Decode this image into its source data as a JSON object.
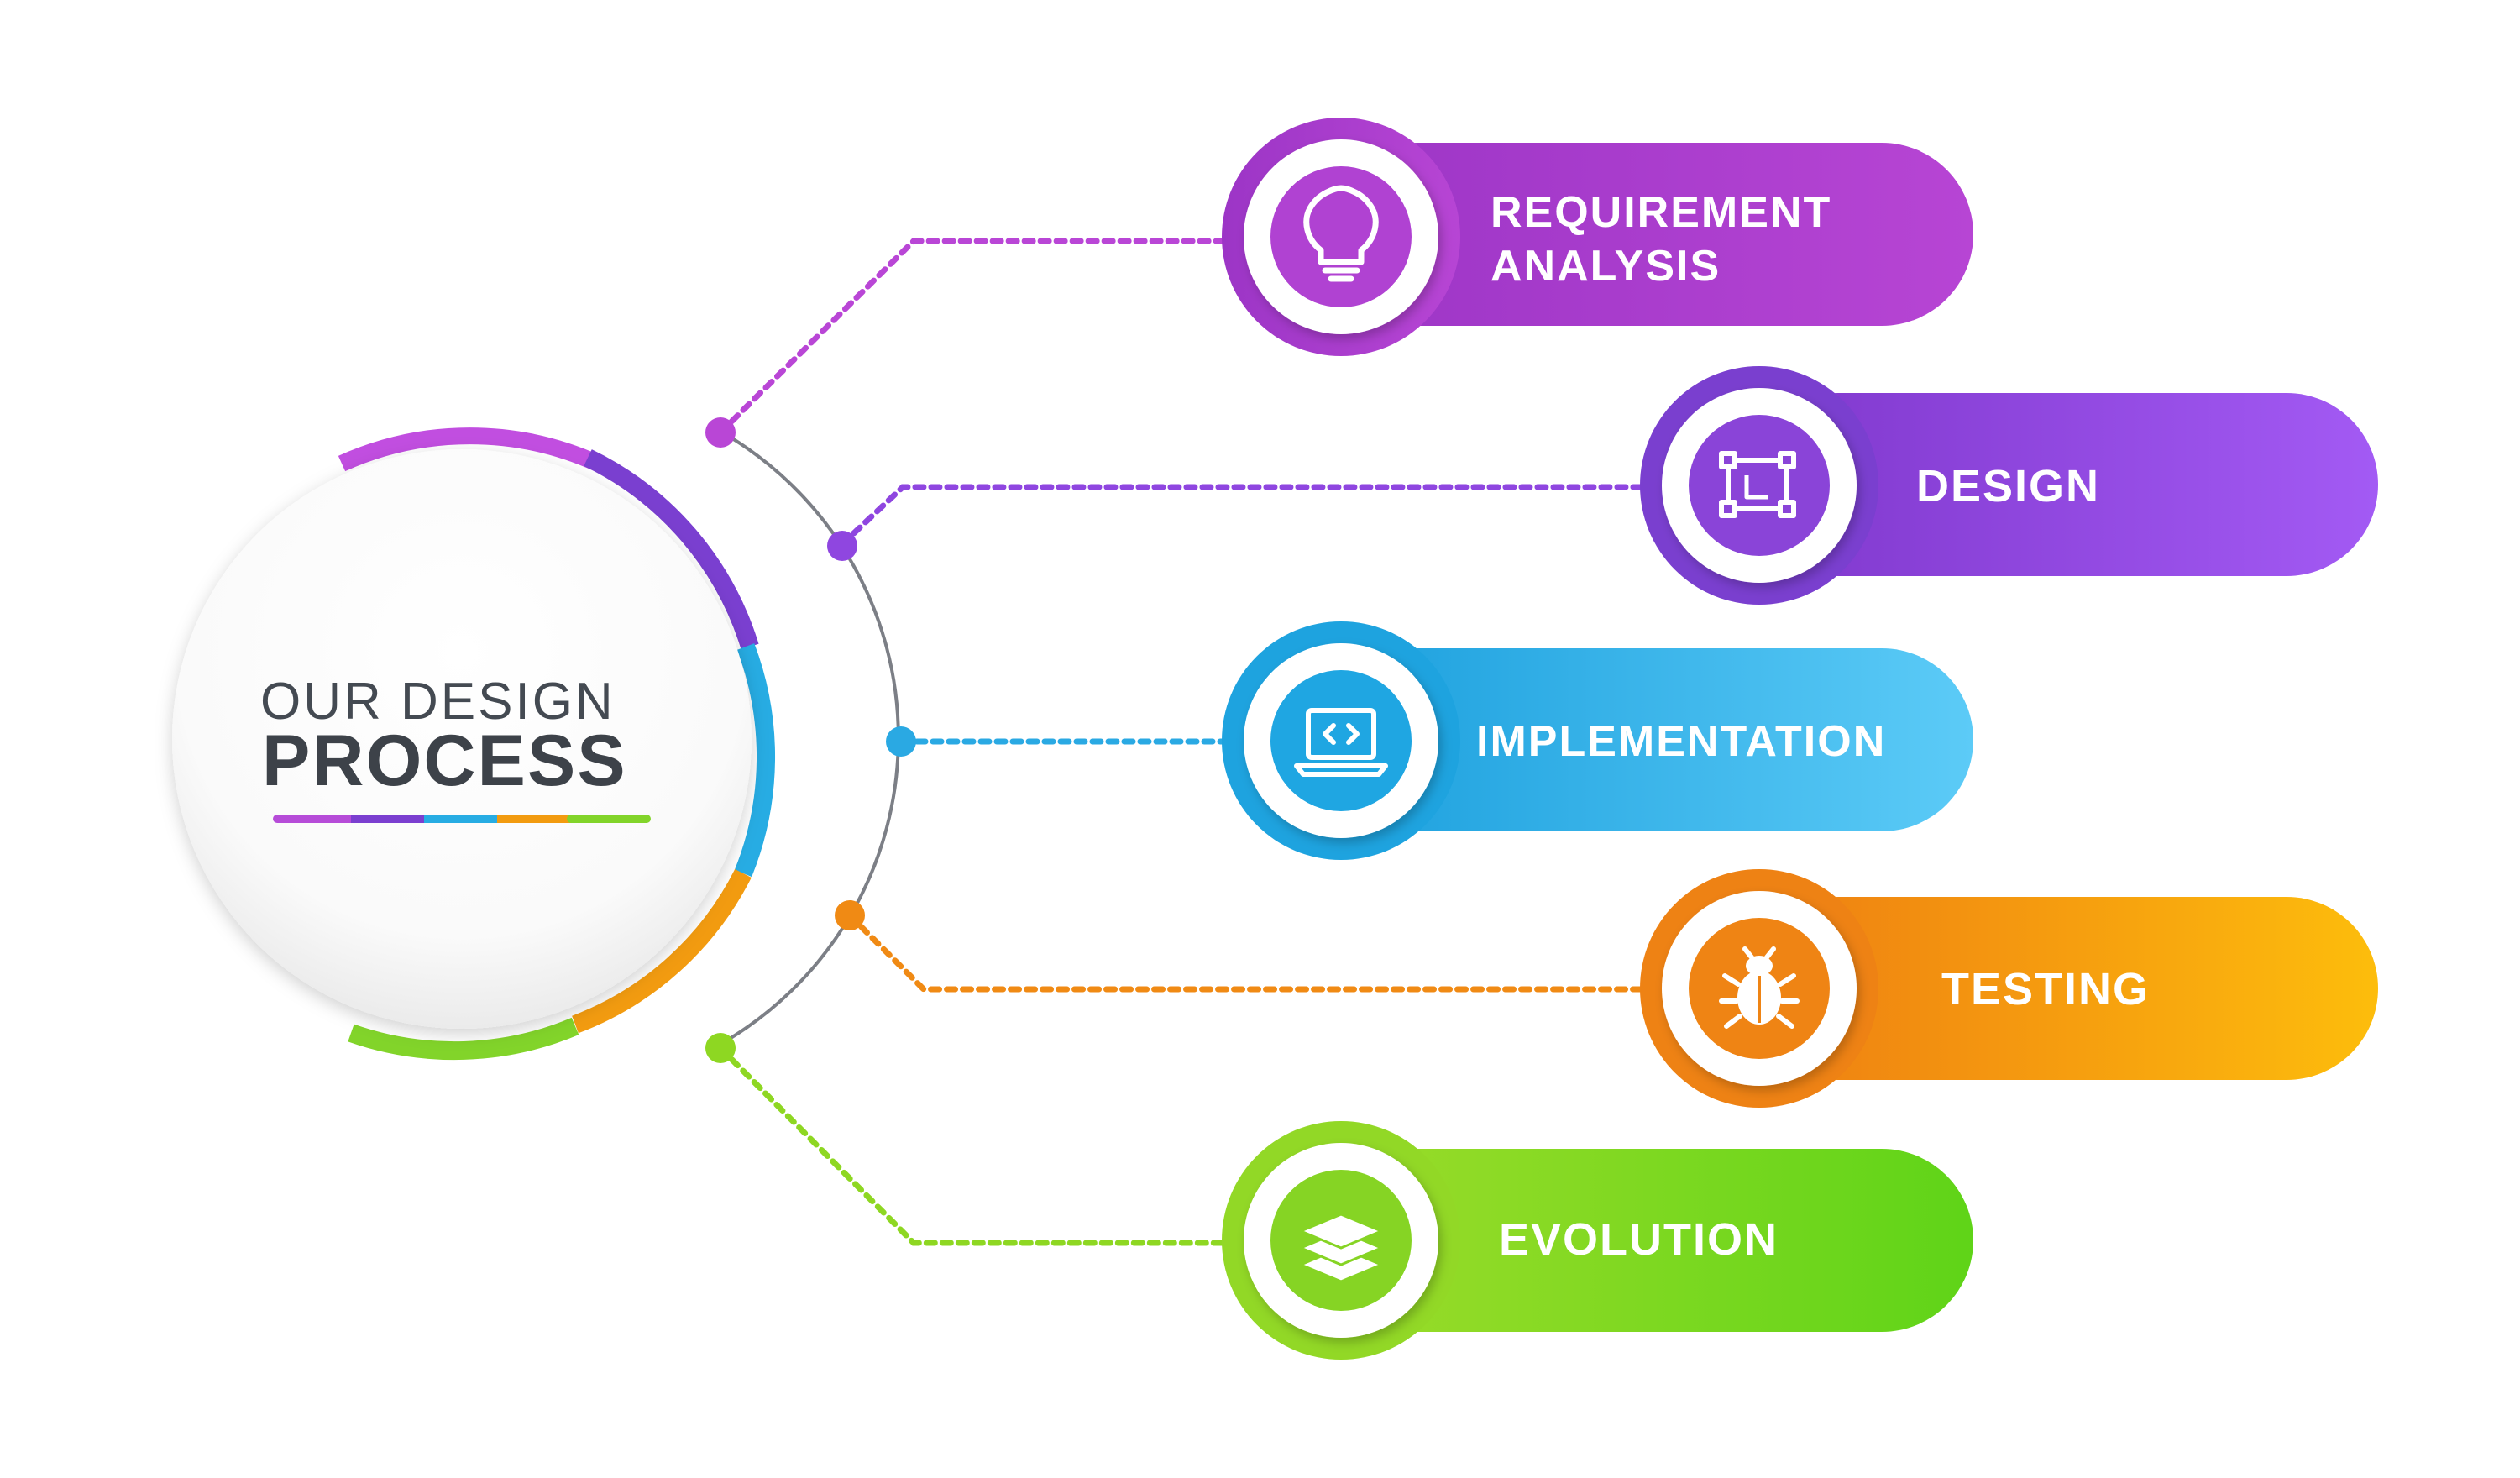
{
  "title": {
    "line1": "OUR DESIGN",
    "line2": "PROCESS"
  },
  "steps": [
    {
      "label_lines": [
        "REQUIREMENT",
        "ANALYSIS"
      ],
      "icon": "lightbulb-icon",
      "color": "#a93dc9",
      "color_light": "#c051e0"
    },
    {
      "label_lines": [
        "DESIGN"
      ],
      "icon": "design-frame-icon",
      "color": "#8c3fd6",
      "color_light": "#a75cf2"
    },
    {
      "label_lines": [
        "IMPLEMENTATION"
      ],
      "icon": "laptop-code-icon",
      "color": "#1ea6e0",
      "color_light": "#56c7f5"
    },
    {
      "label_lines": [
        "TESTING"
      ],
      "icon": "bug-icon",
      "color": "#f08a14",
      "color_light": "#fdb80e"
    },
    {
      "label_lines": [
        "EVOLUTION"
      ],
      "icon": "layers-icon",
      "color": "#8ed722",
      "color_light": "#6fd81c"
    }
  ]
}
